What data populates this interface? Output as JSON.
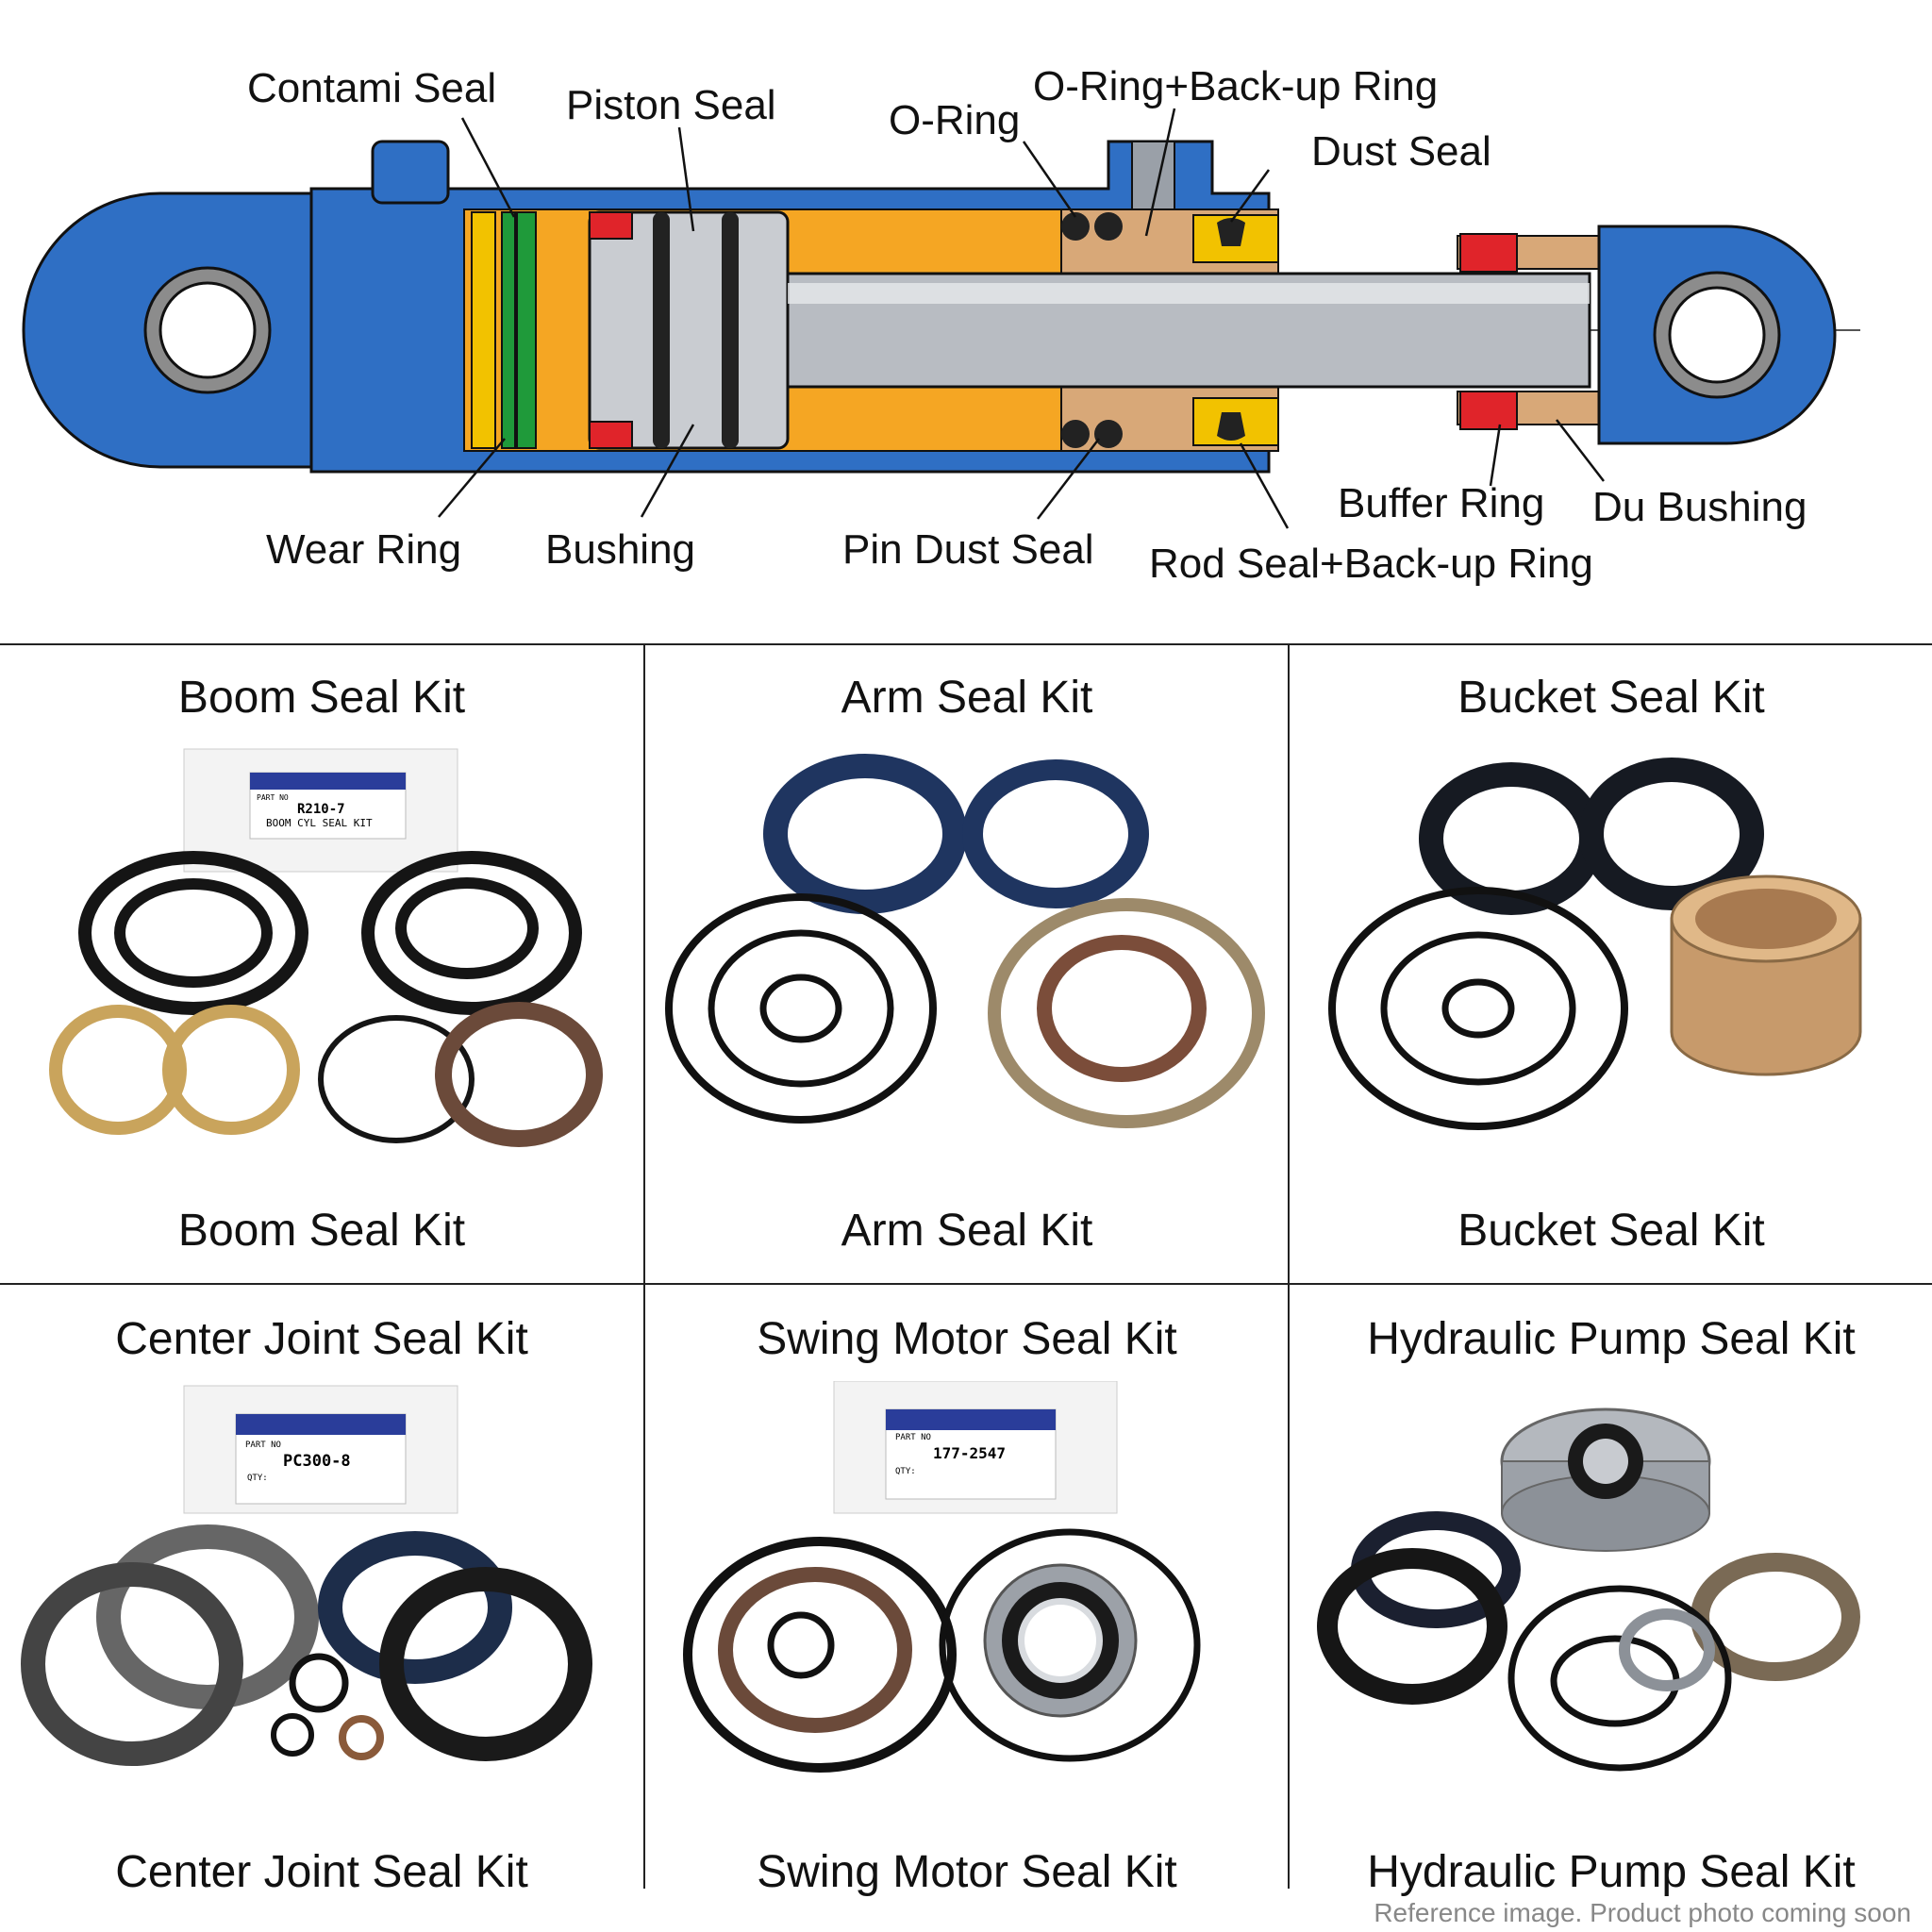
{
  "diagram": {
    "labels": {
      "contami_seal": "Contami Seal",
      "piston_seal": "Piston Seal",
      "o_ring": "O-Ring",
      "o_ring_backup": "O-Ring+Back-up Ring",
      "dust_seal": "Dust Seal",
      "wear_ring": "Wear Ring",
      "bushing": "Bushing",
      "pin_dust_seal": "Pin Dust Seal",
      "rod_seal_backup": "Rod Seal+Back-up Ring",
      "buffer_ring": "Buffer Ring",
      "du_bushing": "Du Bushing"
    },
    "colors": {
      "body": "#2f6fc4",
      "body_dark": "#1b3d7a",
      "oil": "#f5a623",
      "rod": "#b8bcc2",
      "seal_green": "#1f9a3a",
      "seal_red": "#e0242a",
      "seal_yellow": "#f2c200",
      "bronze": "#c79a6b"
    }
  },
  "kits": [
    {
      "title": "Boom Seal Kit",
      "caption": "Boom Seal Kit",
      "part_label": {
        "header": "PART NO",
        "part_no": "R210-7",
        "description": "BOOM CYL SEAL KIT"
      }
    },
    {
      "title": "Arm Seal Kit",
      "caption": "Arm Seal Kit"
    },
    {
      "title": "Bucket Seal Kit",
      "caption": "Bucket Seal Kit"
    },
    {
      "title": "Center Joint Seal Kit",
      "caption": "Center Joint Seal Kit",
      "part_label": {
        "header": "PART NO",
        "part_no": "PC300-8",
        "qty": "QTY:"
      }
    },
    {
      "title": "Swing Motor Seal Kit",
      "caption": "Swing Motor Seal Kit",
      "part_label": {
        "header": "PART NO",
        "part_no": "177-2547",
        "qty": "QTY:"
      }
    },
    {
      "title": "Hydraulic Pump Seal Kit",
      "caption": "Hydraulic Pump Seal Kit"
    }
  ],
  "footnote": "Reference image. Product photo coming soon"
}
